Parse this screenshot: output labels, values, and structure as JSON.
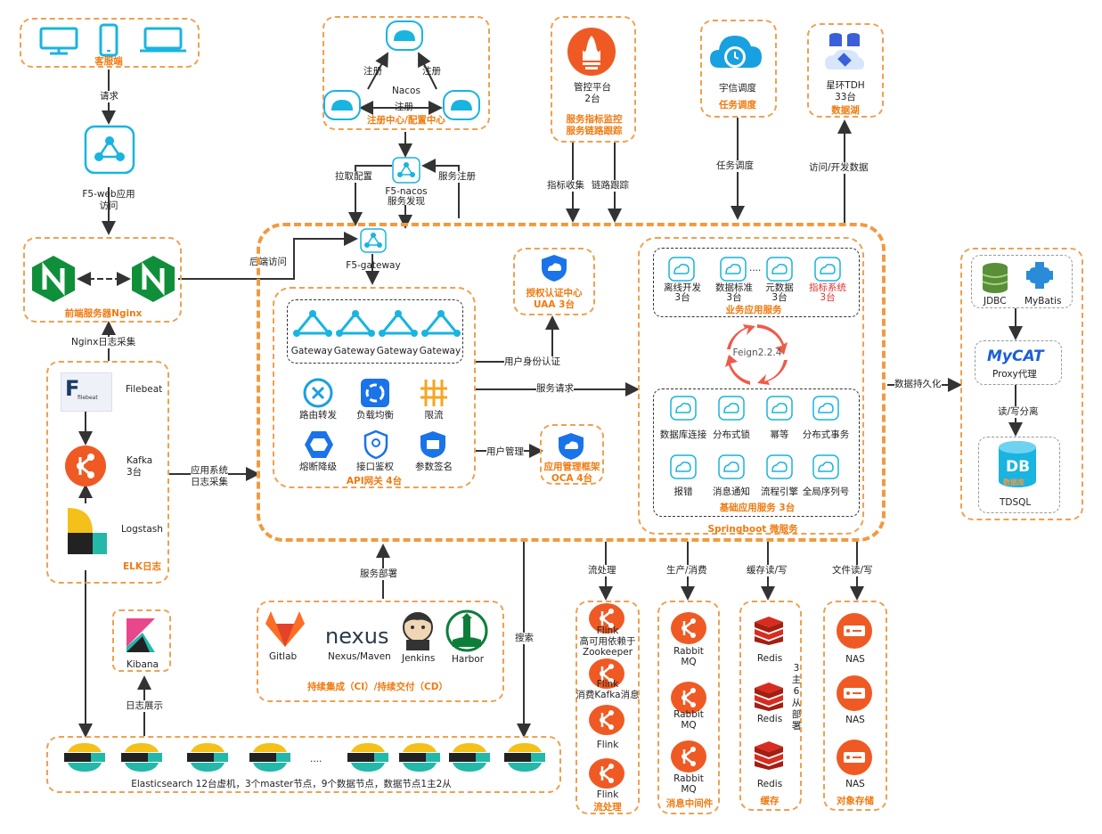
{
  "client": {
    "title": "客服端"
  },
  "edges": {
    "request": "请求",
    "f5web": "F5-web应用\n访问",
    "register1": "注册",
    "register2": "注册",
    "register3": "注册",
    "pull_config": "拉取配置",
    "service_register": "服务注册",
    "metric_collect": "指标收集",
    "trace": "链路跟踪",
    "task_dispatch": "任务调度",
    "access_dev": "访问/开发数据",
    "backend_access": "后端访问",
    "nginx_log": "Nginx日志采集",
    "user_auth": "用户身份认证",
    "service_request": "服务请求",
    "user_mgmt": "用户管理",
    "app_log": "应用系统\n日志采集",
    "persist": "数据持久化",
    "rw_split": "读/写分离",
    "deploy": "服务部署",
    "search": "搜索",
    "stream": "流处理",
    "produce": "生产/消费",
    "cache_rw": "缓存读/写",
    "file_rw": "文件读/写",
    "log_show": "日志展示"
  },
  "nacos": {
    "center": "Nacos",
    "title": "注册中心/配置中心",
    "f5": "F5-nacos\n服务发现"
  },
  "monitor": {
    "name": "管控平台\n2台",
    "title": "服务指标监控\n服务链路跟踪"
  },
  "schedule": {
    "name": "宇信调度",
    "title": "任务调度"
  },
  "datalake": {
    "name": "星环TDH\n33台",
    "title": "数据湖"
  },
  "nginx": {
    "title": "前端服务器Nginx"
  },
  "gateway": {
    "f5": "F5-gateway",
    "items": [
      "Gateway",
      "Gateway",
      "Gateway",
      "Gateway"
    ],
    "features": [
      "路由转发",
      "负载均衡",
      "限流",
      "熔断降级",
      "接口鉴权",
      "参数签名"
    ],
    "title": "API网关 4台"
  },
  "uaa": {
    "title": "授权认证中心\nUAA 3台"
  },
  "oca": {
    "title": "应用管理框架\nOCA 4台"
  },
  "biz": {
    "items": [
      {
        "name": "离线开发\n3台",
        "red": false
      },
      {
        "name": "数据标准\n3台",
        "red": false
      },
      {
        "name": "元数据\n3台",
        "red": false
      },
      {
        "name": "指标系统\n3台",
        "red": true
      }
    ],
    "ellipsis": "....",
    "title": "业务应用服务"
  },
  "feign": {
    "name": "Feign2.2.4"
  },
  "base": {
    "items": [
      "数据库连接",
      "分布式锁",
      "幂等",
      "分布式事务",
      "报错",
      "消息通知",
      "流程引擎",
      "全局序列号"
    ],
    "title": "基础应用服务 3台"
  },
  "springboot": {
    "title": "Springboot 微服务"
  },
  "db": {
    "jdbc": "JDBC",
    "mybatis": "MyBatis",
    "mycat_logo": "MyCAT",
    "proxy": "Proxy代理",
    "db_badge": "DB",
    "db_sub": "数据库",
    "tdsql": "TDSQL"
  },
  "elk": {
    "filebeat": "Filebeat",
    "filebeat_logo": "F",
    "filebeat_sub": "filebeat",
    "kafka": "Kafka\n3台",
    "logstash": "Logstash",
    "title": "ELK日志"
  },
  "kibana": {
    "name": "Kibana"
  },
  "ci": {
    "gitlab": "Gitlab",
    "nexus_logo": "nexus",
    "nexus": "Nexus/Maven",
    "jenkins": "Jenkins",
    "harbor": "Harbor",
    "title": "持续集成（CI）/持续交付（CD）"
  },
  "flink": {
    "items": [
      "Flink\n高可用依赖于\nZookeeper",
      "Flink\n消费Kafka消息",
      "Flink",
      "Flink"
    ],
    "title": "流处理"
  },
  "mq": {
    "items": [
      "Rabbit\nMQ",
      "Rabbit\nMQ",
      "Rabbit\nMQ"
    ],
    "title": "消息中间件"
  },
  "cache": {
    "items": [
      "Redis",
      "Redis",
      "Redis"
    ],
    "note": "3\n主\n6\n从\n部\n署",
    "title": "缓存"
  },
  "nas": {
    "items": [
      "NAS",
      "NAS",
      "NAS"
    ],
    "title": "对象存储"
  },
  "es": {
    "ellipsis": "....",
    "caption": "Elasticsearch 12台虚机，3个master节点，9个数据节点，数据节点1主2从"
  },
  "colors": {
    "orange": "#f29a3f",
    "teal": "#19b4e0",
    "nginx_green": "#0f8f3a",
    "kafka_orange": "#ef5a24",
    "es_teal": "#24b8a8"
  }
}
